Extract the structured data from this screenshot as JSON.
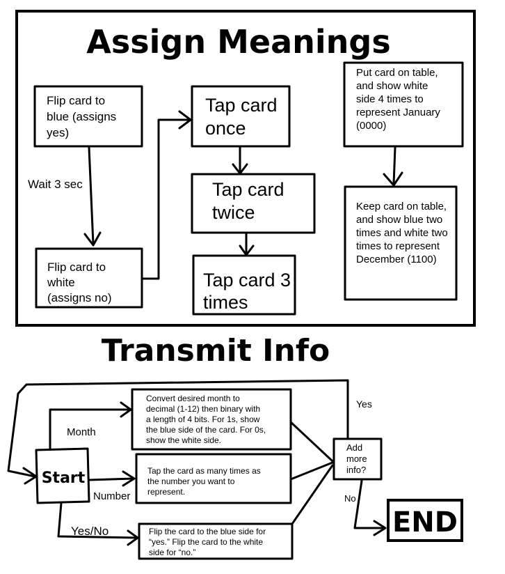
{
  "assign": {
    "title": "Assign Meanings",
    "flip_blue": [
      "Flip card to",
      "blue (assigns",
      "yes)"
    ],
    "wait": "Wait 3 sec",
    "flip_white": [
      "Flip card to",
      "white",
      "(assigns no)"
    ],
    "tap_once": [
      "Tap card",
      "once"
    ],
    "tap_twice": [
      "Tap card",
      "twice"
    ],
    "tap_3": [
      "Tap card 3",
      "times"
    ],
    "january": [
      "Put card on table,",
      "and show white",
      "side 4 times to",
      "represent January",
      "(0000)"
    ],
    "december": [
      "Keep card on table,",
      "and show blue two",
      "times and white two",
      "times to represent",
      "December (1100)"
    ]
  },
  "transmit": {
    "title": "Transmit Info",
    "start": "Start",
    "month_label": "Month",
    "number_label": "Number",
    "yesno_label": "Yes/No",
    "month_box": [
      "Convert desired month to",
      "decimal (1-12) then binary with",
      "a length of 4 bits. For 1s, show",
      "the blue side of the card. For 0s,",
      "show the white side."
    ],
    "number_box": [
      "Tap the card as many times as",
      "the number you want to",
      "represent."
    ],
    "yesno_box": [
      "Flip the card to the blue side for",
      "“yes.” Flip the card to the white",
      "side for “no.”"
    ],
    "decision": [
      "Add",
      "more",
      "info?"
    ],
    "yes_label": "Yes",
    "no_label": "No",
    "end": "END"
  }
}
